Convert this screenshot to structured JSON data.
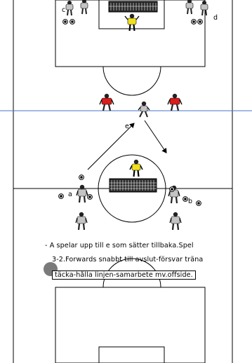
{
  "colors": {
    "field_line": "#000000",
    "offside_line": "#4a74c9",
    "team_red": "#d81e1e",
    "team_grey": "#c4c4c4",
    "goalkeeper": "#f0e020",
    "pointer": "#7a7a7a"
  },
  "labels": {
    "c": "c",
    "d": "d",
    "e": "e",
    "a": "a",
    "b": "b"
  },
  "notes": [
    "- A spelar upp till e som sätter tillbaka.Spel",
    "3-2.Forwards snabbt till avslut-försvar träna",
    "täcka-hålla linjen-samarbete mv.offside."
  ]
}
